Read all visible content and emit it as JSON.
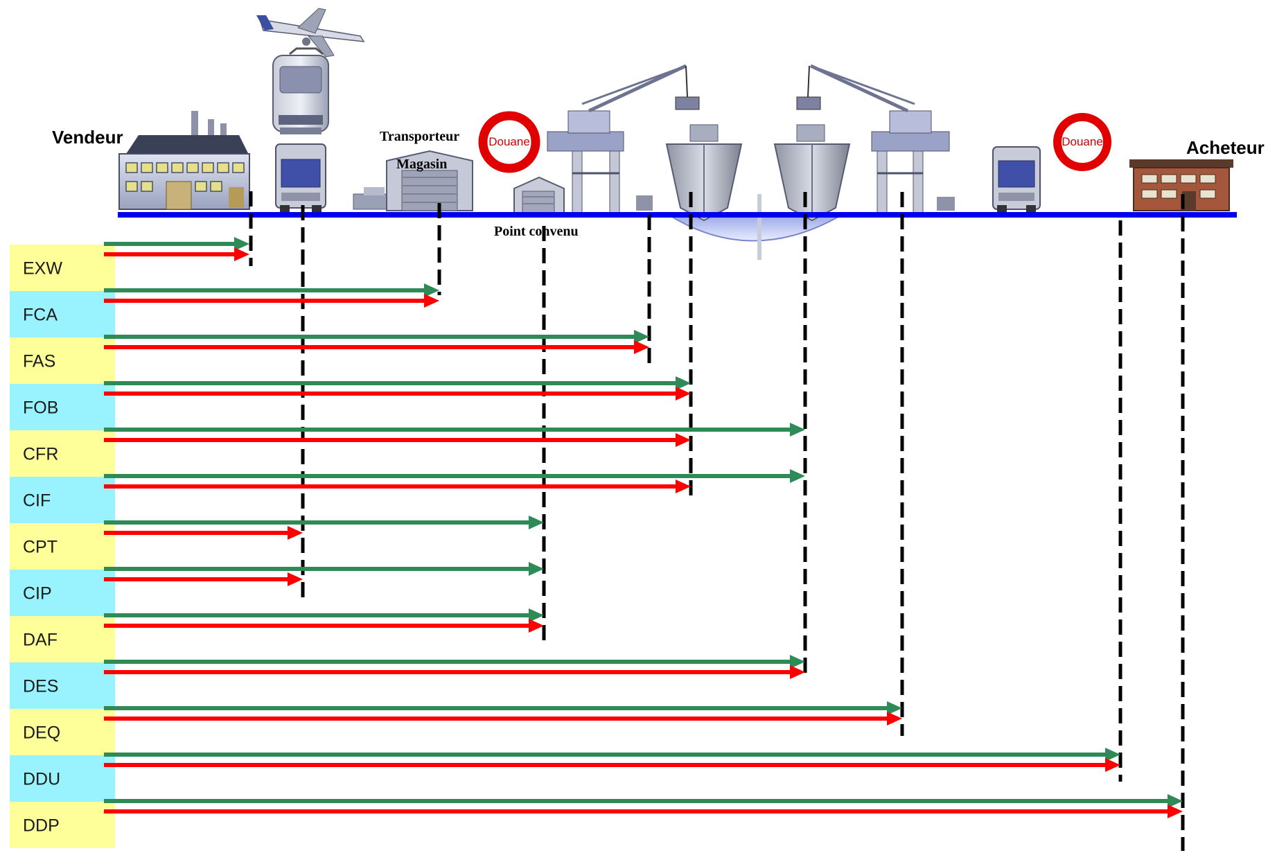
{
  "labels": {
    "seller": "Vendeur",
    "buyer": "Acheteur",
    "carrier": "Transporteur",
    "warehouse": "Magasin",
    "agreed_point": "Point convenu",
    "customs_1": "Douane",
    "customs_2": "Douane"
  },
  "colors": {
    "green_arrow": "#2e8b57",
    "red_arrow": "#ff0000",
    "ground_line": "#0000ee",
    "row_yellow": "#ffff99",
    "row_cyan": "#99f3ff",
    "dashed_line": "#000000"
  },
  "icons": [
    "factory-icon",
    "airplane-icon",
    "train-icon",
    "truck-icon",
    "warehouse-icon",
    "customs-sign-icon",
    "small-warehouse-icon",
    "crane-icon",
    "ship-icon",
    "buyer-building-icon"
  ],
  "terms": [
    {
      "code": "EXW",
      "color": "yellow"
    },
    {
      "code": "FCA",
      "color": "cyan"
    },
    {
      "code": "FAS",
      "color": "yellow"
    },
    {
      "code": "FOB",
      "color": "cyan"
    },
    {
      "code": "CFR",
      "color": "yellow"
    },
    {
      "code": "CIF",
      "color": "cyan"
    },
    {
      "code": "CPT",
      "color": "yellow"
    },
    {
      "code": "CIP",
      "color": "cyan"
    },
    {
      "code": "DAF",
      "color": "yellow"
    },
    {
      "code": "DES",
      "color": "cyan"
    },
    {
      "code": "DEQ",
      "color": "yellow"
    },
    {
      "code": "DDU",
      "color": "cyan"
    },
    {
      "code": "DDP",
      "color": "yellow"
    }
  ]
}
